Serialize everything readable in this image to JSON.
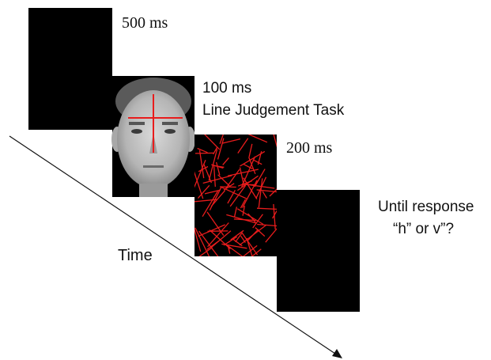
{
  "frames": [
    {
      "name": "blank-screen-1",
      "duration": "500 ms"
    },
    {
      "name": "face-with-cross",
      "duration": "100 ms",
      "task": "Line Judgement Task",
      "cross_color": "#e81c1c"
    },
    {
      "name": "mask",
      "duration": "200 ms",
      "line_color": "#e81c1c"
    },
    {
      "name": "blank-screen-2",
      "duration": "Until response",
      "question": "“h” or v”?"
    }
  ],
  "time_axis": {
    "label": "Time"
  },
  "colors": {
    "screen": "#000000",
    "accent_red": "#e81c1c",
    "text": "#111111"
  }
}
